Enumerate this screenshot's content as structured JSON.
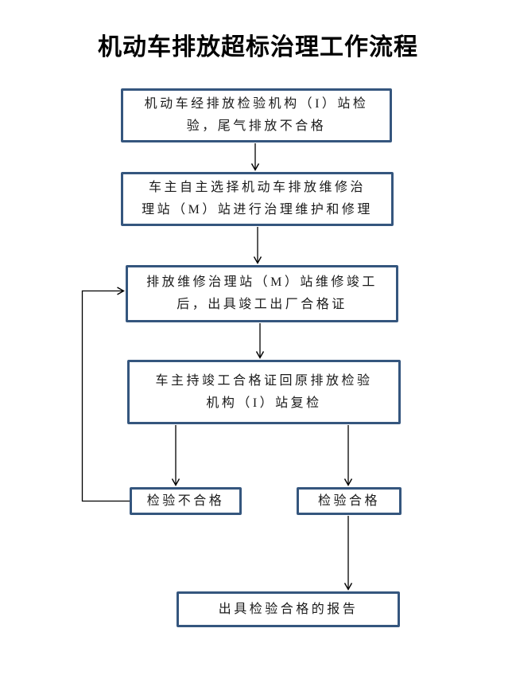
{
  "title": "机动车排放超标治理工作流程",
  "nodes": {
    "initial_inspection": {
      "text": "机动车经排放检验机构（I）站检\n验，尾气排放不合格"
    },
    "choose_repair_station": {
      "text": "车主自主选择机动车排放维修治\n理站（M）站进行治理维护和修理"
    },
    "repair_completed": {
      "text": "排放维修治理站（M）站维修竣工\n后，出具竣工出厂合格证"
    },
    "recheck": {
      "text": "车主持竣工合格证回原排放检验\n机构（I）站复检"
    },
    "inspection_failed": {
      "text": "检验不合格"
    },
    "inspection_passed": {
      "text": "检验合格"
    },
    "issue_report": {
      "text": "出具检验合格的报告"
    }
  },
  "edges": [
    {
      "from": "initial_inspection",
      "to": "choose_repair_station"
    },
    {
      "from": "choose_repair_station",
      "to": "repair_completed"
    },
    {
      "from": "repair_completed",
      "to": "recheck"
    },
    {
      "from": "recheck",
      "to": "inspection_failed"
    },
    {
      "from": "recheck",
      "to": "inspection_passed"
    },
    {
      "from": "inspection_failed",
      "to": "repair_completed"
    },
    {
      "from": "inspection_passed",
      "to": "issue_report"
    }
  ],
  "colors": {
    "box_border": "#35567E",
    "arrow": "#000000",
    "text": "#1A1A1A",
    "background": "#FFFFFF"
  }
}
